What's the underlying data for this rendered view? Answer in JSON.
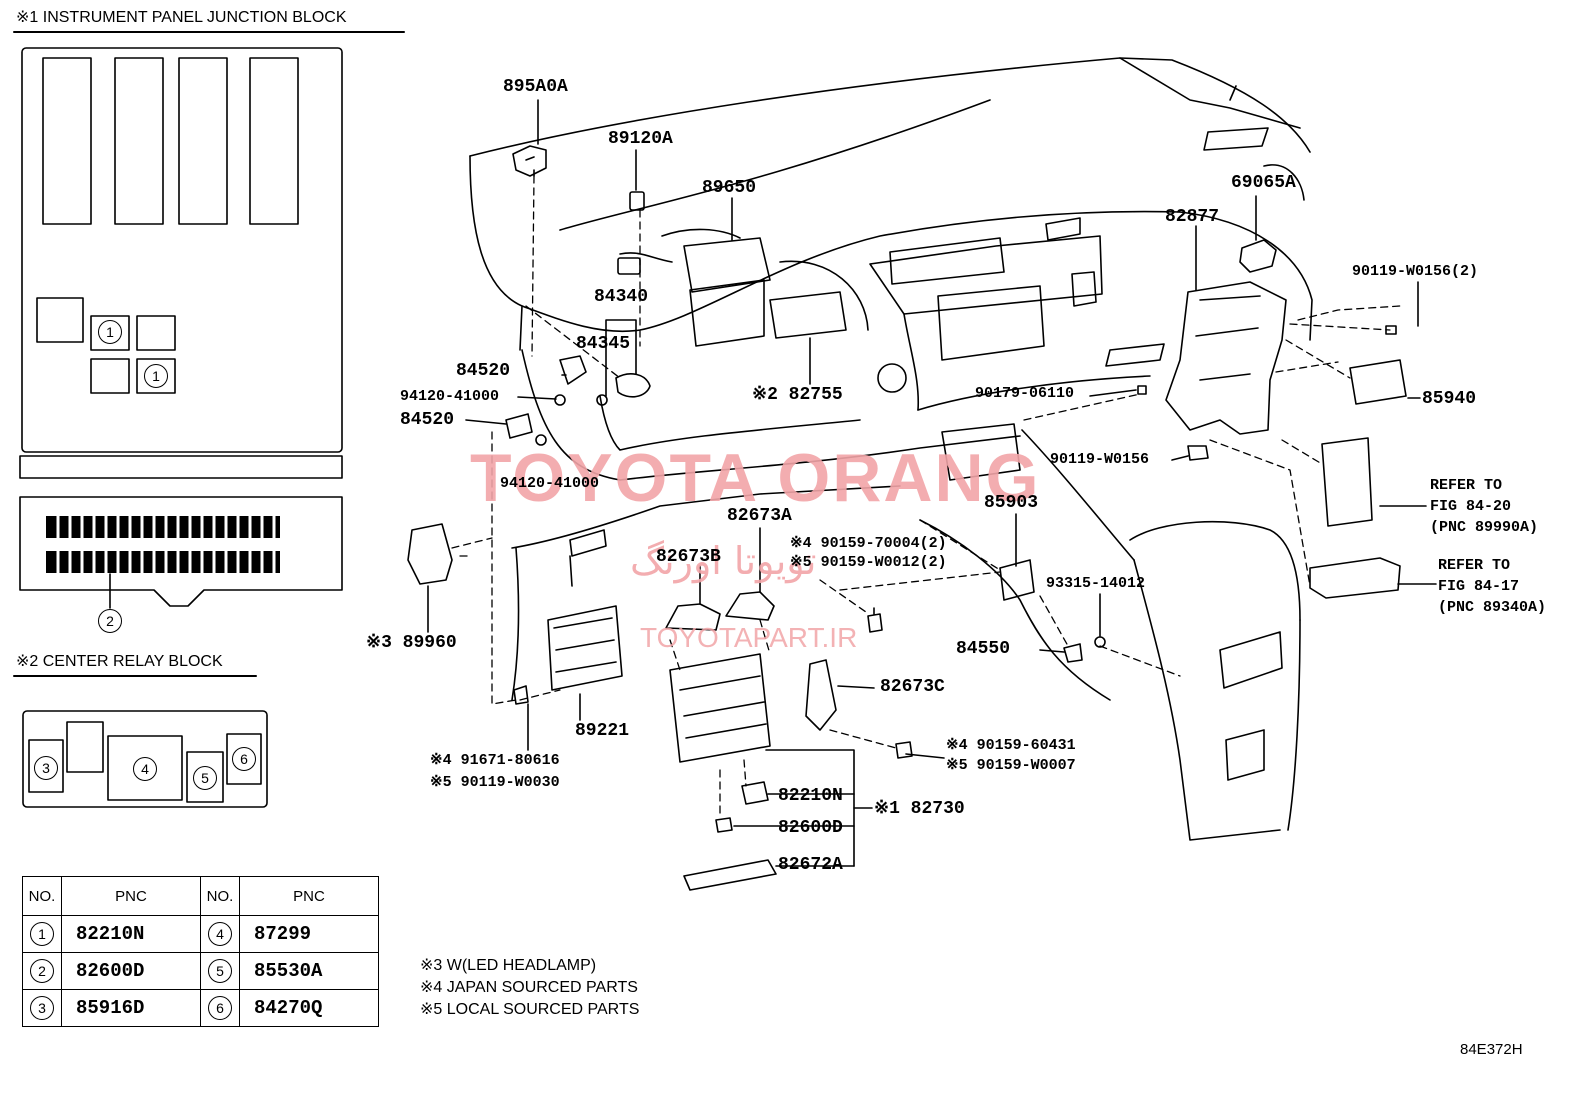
{
  "sections": {
    "junction_block": "※1 INSTRUMENT PANEL JUNCTION BLOCK",
    "relay_block": "※2 CENTER RELAY BLOCK"
  },
  "callouts": {
    "jb_1a": "1",
    "jb_1b": "1",
    "jb_2": "2",
    "rb_3": "3",
    "rb_4": "4",
    "rb_5": "5",
    "rb_6": "6"
  },
  "parts": {
    "p895A0A": "895A0A",
    "p89120A": "89120A",
    "p89650": "89650",
    "p69065A": "69065A",
    "p82877": "82877",
    "p90119W0156_2": "90119-W0156(2)",
    "p84340": "84340",
    "p84345": "84345",
    "p84520a": "84520",
    "p94120a": "94120-41000",
    "p84520b": "84520",
    "p82755": "※2 82755",
    "p90179": "90179-06110",
    "p85940": "85940",
    "p90119W0156": "90119-W0156",
    "p94120b": "94120-41000",
    "p85903": "85903",
    "p82673A": "82673A",
    "p82673B": "82673B",
    "p90159_70004": "※4 90159-70004(2)",
    "p90159_W0012": "※5 90159-W0012(2)",
    "p93315": "93315-14012",
    "p89960": "※3 89960",
    "p84550": "84550",
    "p82673C": "82673C",
    "p89221": "89221",
    "p91671": "※4 91671-80616",
    "p90119W0030": "※5 90119-W0030",
    "p90159_60431": "※4 90159-60431",
    "p90159_W0007": "※5 90159-W0007",
    "p82210N": "82210N",
    "p82730": "※1 82730",
    "p82600D": "82600D",
    "p82672A": "82672A"
  },
  "refer_1": {
    "line1": "REFER TO",
    "line2": "FIG 84-20",
    "line3": "(PNC 89990A)"
  },
  "refer_2": {
    "line1": "REFER TO",
    "line2": "FIG 84-17",
    "line3": "(PNC 89340A)"
  },
  "table": {
    "header_no": "NO.",
    "header_pnc": "PNC",
    "rows": [
      {
        "no_l": "1",
        "pnc_l": "82210N",
        "no_r": "4",
        "pnc_r": "87299"
      },
      {
        "no_l": "2",
        "pnc_l": "82600D",
        "no_r": "5",
        "pnc_r": "85530A"
      },
      {
        "no_l": "3",
        "pnc_l": "85916D",
        "no_r": "6",
        "pnc_r": "84270Q"
      }
    ]
  },
  "notes": {
    "n3": "※3 W(LED HEADLAMP)",
    "n4": "※4 JAPAN SOURCED PARTS",
    "n5": "※5 LOCAL SOURCED PARTS"
  },
  "watermark": {
    "brand": "TOYOTA ORANG",
    "persian": "تویوتا اورنگ",
    "site": "TOYOTAPART.IR"
  },
  "figure_id": "84E372H",
  "colors": {
    "watermark": "#f2a5a8",
    "ink": "#000000"
  }
}
